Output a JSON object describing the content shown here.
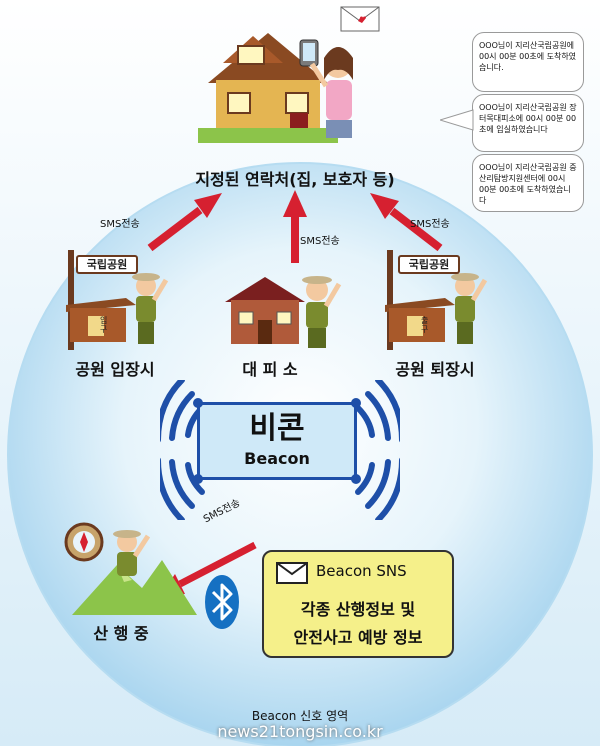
{
  "top_label": "지정된 연락처(집, 보호자 등)",
  "messages": [
    "OOO님이 지리산국립공원에 00시 00분 00초에 도착하였습니다.",
    "OOO님이 지리산국립공원 장터목대피소에 00시 00분 00초에 입실하였습니다",
    "OOO님이 지리산국립공원 중산리탐방지원센터에 00시 00분 00초에 도착하였습니다"
  ],
  "sms_label": "SMS전송",
  "nodes": {
    "entry": {
      "label": "공원 입장시",
      "sign": "국립공원",
      "gate": "입구"
    },
    "shelter": {
      "label": "대 피 소"
    },
    "exit": {
      "label": "공원 퇴장시",
      "sign": "국립공원",
      "gate": "출구"
    },
    "hiking": {
      "label": "산 행 중"
    }
  },
  "beacon": {
    "korean": "비콘",
    "english": "Beacon"
  },
  "sns_box": {
    "title": "Beacon SNS",
    "line1": "각종 산행정보 및",
    "line2": "안전사고 예방 정보"
  },
  "area_label": "Beacon 신호 영역",
  "watermark": "news21tongsin.co.kr",
  "colors": {
    "arrow": "#d62030",
    "beacon_box": "#cfe9f8",
    "signal": "#1e4fa8",
    "sns_box": "#f5f08a",
    "bluetooth": "#1570c2"
  }
}
